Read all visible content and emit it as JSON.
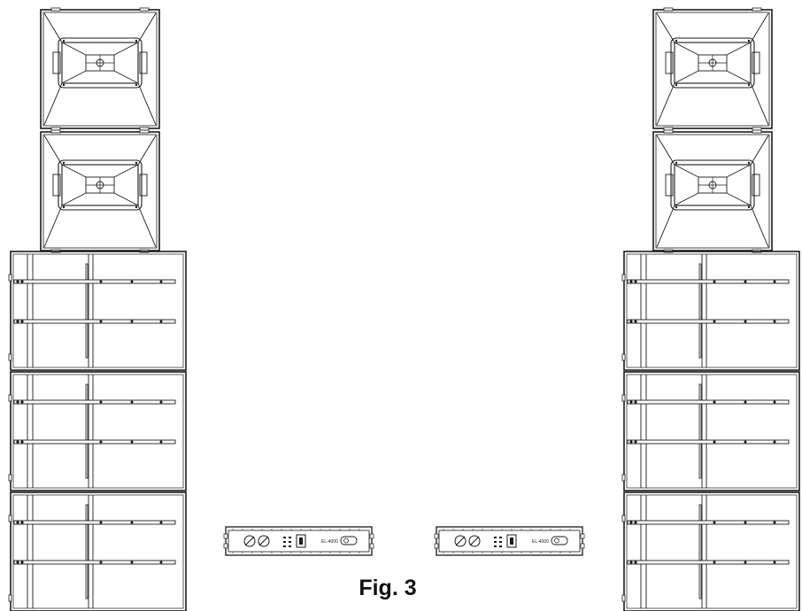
{
  "figure": {
    "caption": "Fig. 3",
    "amplifier_label": "EL-4000"
  },
  "components": {
    "left_stack": {
      "tops": 2,
      "subs": 3
    },
    "right_stack": {
      "tops": 2,
      "subs": 3
    },
    "amplifiers": 2
  },
  "colors": {
    "line": "#1a1a1a",
    "background": "#ffffff"
  }
}
